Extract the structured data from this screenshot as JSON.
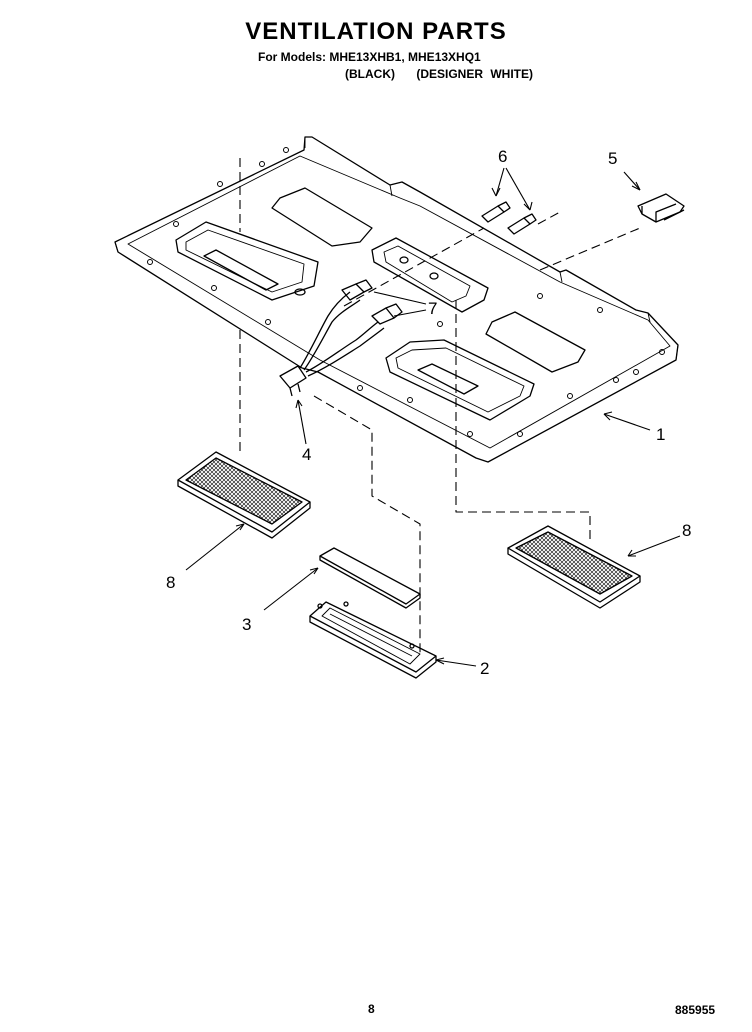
{
  "header": {
    "title": "VENTILATION PARTS",
    "models_line": "For Models: MHE13XHB1, MHE13XHQ1",
    "variant_black": "(BLACK)",
    "variant_white": "(DESIGNER WHITE)"
  },
  "callouts": [
    "1",
    "2",
    "3",
    "4",
    "5",
    "6",
    "7",
    "8",
    "8"
  ],
  "footer": {
    "page_number": "8",
    "doc_number": "885955"
  }
}
